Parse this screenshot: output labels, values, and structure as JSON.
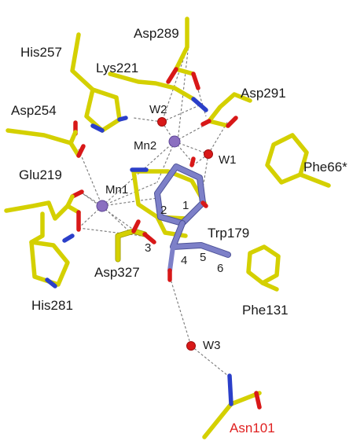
{
  "labels": {
    "asp289": "Asp289",
    "his257": "His257",
    "lys221": "Lys221",
    "asp291": "Asp291",
    "asp254": "Asp254",
    "w2": "W2",
    "mn2": "Mn2",
    "w1": "W1",
    "phe66": "Phe66*",
    "glu219": "Glu219",
    "mn1": "Mn1",
    "trp179": "Trp179",
    "asp327": "Asp327",
    "his281": "His281",
    "phe131": "Phe131",
    "w3": "W3",
    "asn101": "Asn101"
  },
  "ring_numbers": [
    "1",
    "2",
    "3",
    "4",
    "5",
    "6"
  ],
  "colors": {
    "protein_carbon": "#d4d000",
    "ligand_carbon": "#7d80c8",
    "nitrogen": "#2b3fc9",
    "oxygen": "#d81818",
    "manganese": "#8b6fc0",
    "water": "#d81818",
    "hbond": "#777777",
    "asn101_label": "#e02020"
  }
}
